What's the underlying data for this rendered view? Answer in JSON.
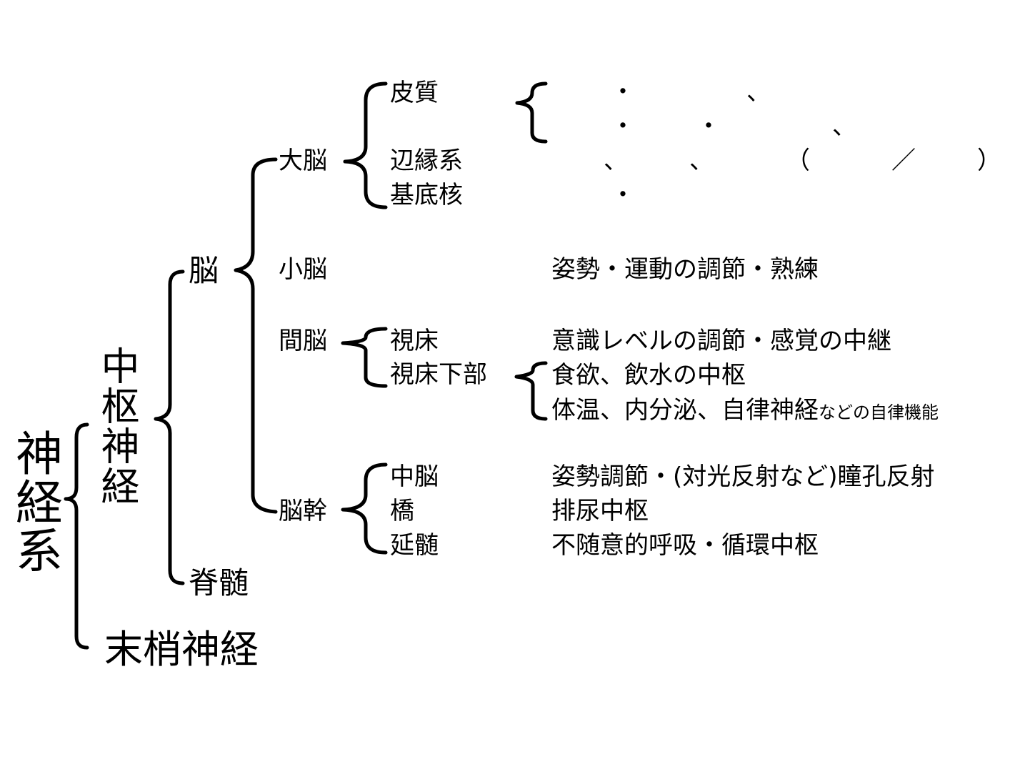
{
  "root": {
    "label": "神経系"
  },
  "level1": {
    "central": "中枢神経",
    "peripheral": "末梢神経"
  },
  "level2": {
    "brain": "脳",
    "spinal": "脊髄"
  },
  "level3": {
    "cerebrum": "大脳",
    "cerebellum": "小脳",
    "diencephalon": "間脳",
    "brainstem": "脳幹"
  },
  "level4": {
    "cortex": "皮質",
    "limbic": "辺縁系",
    "basal": "基底核",
    "thalamus": "視床",
    "hypothalamus": "視床下部",
    "midbrain": "中脳",
    "pons": "橋",
    "medulla": "延髄"
  },
  "functions": {
    "cortex_row1_sep1": "・",
    "cortex_row1_sep2": "、",
    "cortex_row2_sep1": "・",
    "cortex_row2_sep2": "・",
    "cortex_row2_sep3": "、",
    "limbic_sep1": "、",
    "limbic_sep2": "、",
    "limbic_paren_open": "（",
    "limbic_slash": "／",
    "limbic_paren_close": "）",
    "basal_sep": "・",
    "cerebellum": "姿勢・運動の調節・熟練",
    "thalamus": "意識レベルの調節・感覚の中継",
    "hypothalamus_1": "食欲、飲水の中枢",
    "hypothalamus_2": "体温、内分泌、自律神経",
    "hypothalamus_2_suffix": "などの自律機能",
    "midbrain": "姿勢調節・(対光反射など)瞳孔反射",
    "pons": "排尿中枢",
    "medulla": "不随意的呼吸・循環中枢"
  }
}
